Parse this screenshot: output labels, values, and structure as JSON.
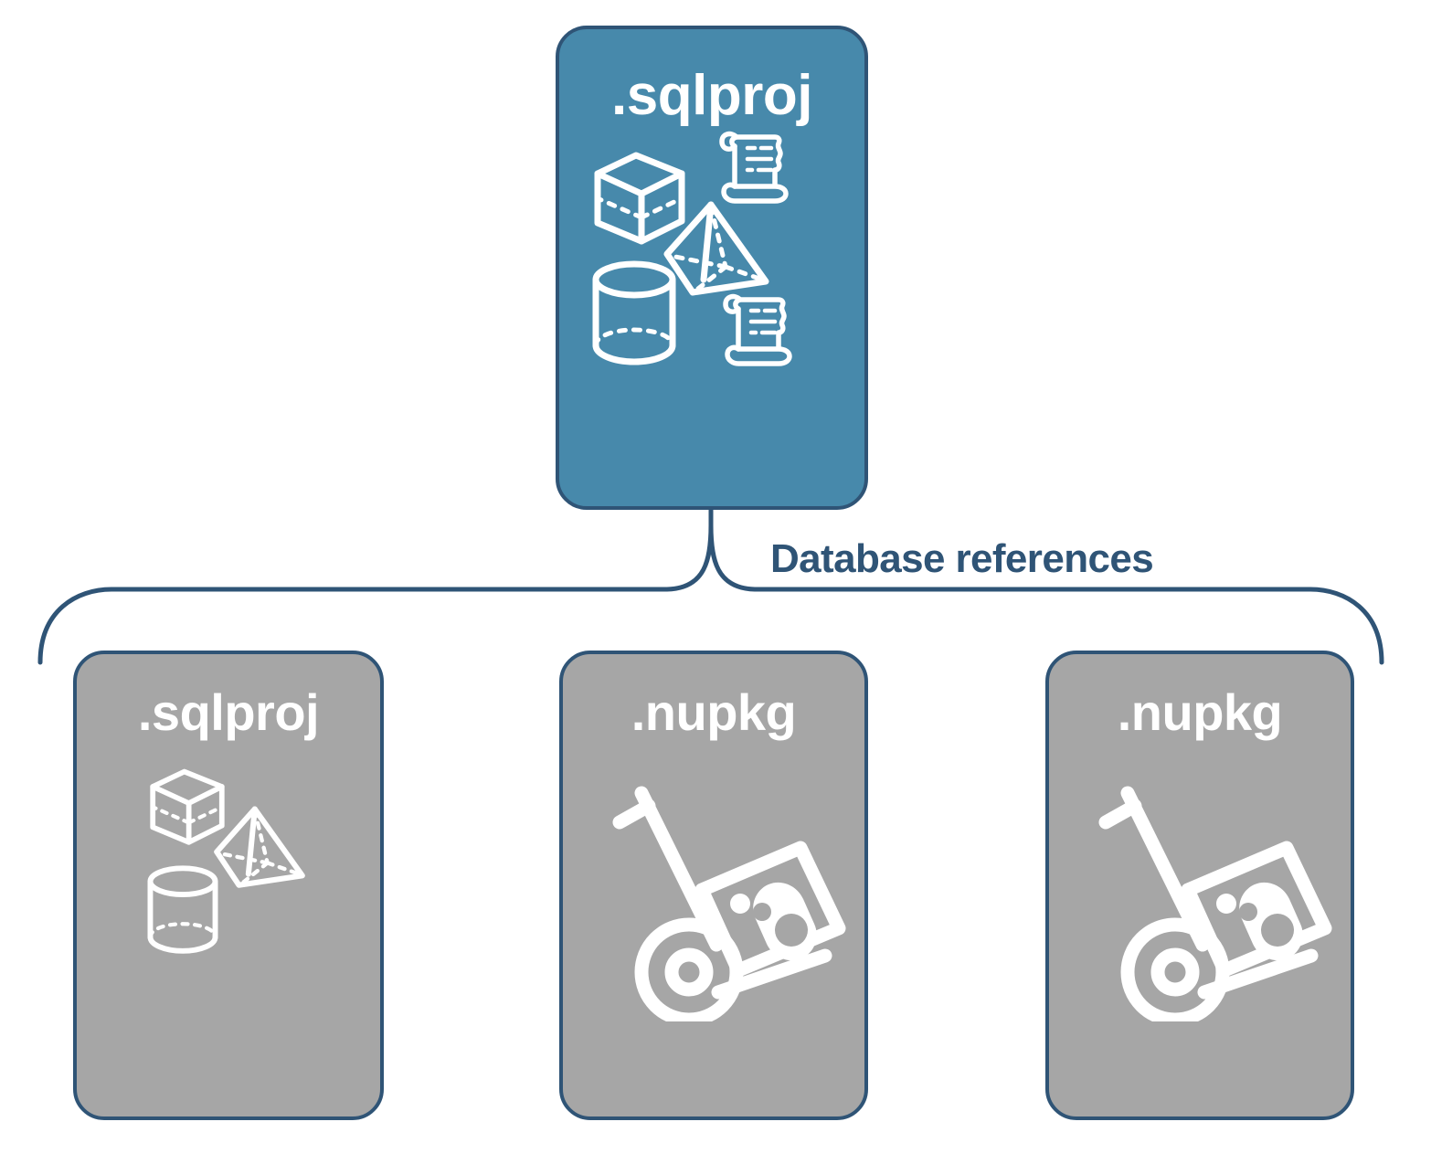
{
  "diagram": {
    "title": "Database references",
    "colors": {
      "primary_fill": "#4789ab",
      "secondary_fill": "#a6a6a6",
      "stroke": "#2f5476",
      "icon": "#ffffff",
      "background": "#ffffff"
    },
    "connector": {
      "label": "Database references",
      "type": "curly-brace",
      "source": "root-sqlproj-node",
      "targets": [
        "sqlproj-reference-node",
        "nupkg-reference-node-1",
        "nupkg-reference-node-2"
      ]
    },
    "nodes": [
      {
        "id": "root",
        "label": ".sqlproj",
        "role": "primary",
        "icons": [
          "cube-icon",
          "scroll-icon",
          "pyramid-icon",
          "cylinder-icon",
          "scroll-icon"
        ]
      },
      {
        "id": "ref-sqlproj",
        "label": ".sqlproj",
        "role": "secondary",
        "icons": [
          "cube-icon",
          "pyramid-icon",
          "cylinder-icon"
        ]
      },
      {
        "id": "ref-nupkg-1",
        "label": ".nupkg",
        "role": "secondary",
        "icons": [
          "package-handtruck-icon"
        ]
      },
      {
        "id": "ref-nupkg-2",
        "label": ".nupkg",
        "role": "secondary",
        "icons": [
          "package-handtruck-icon"
        ]
      }
    ]
  }
}
